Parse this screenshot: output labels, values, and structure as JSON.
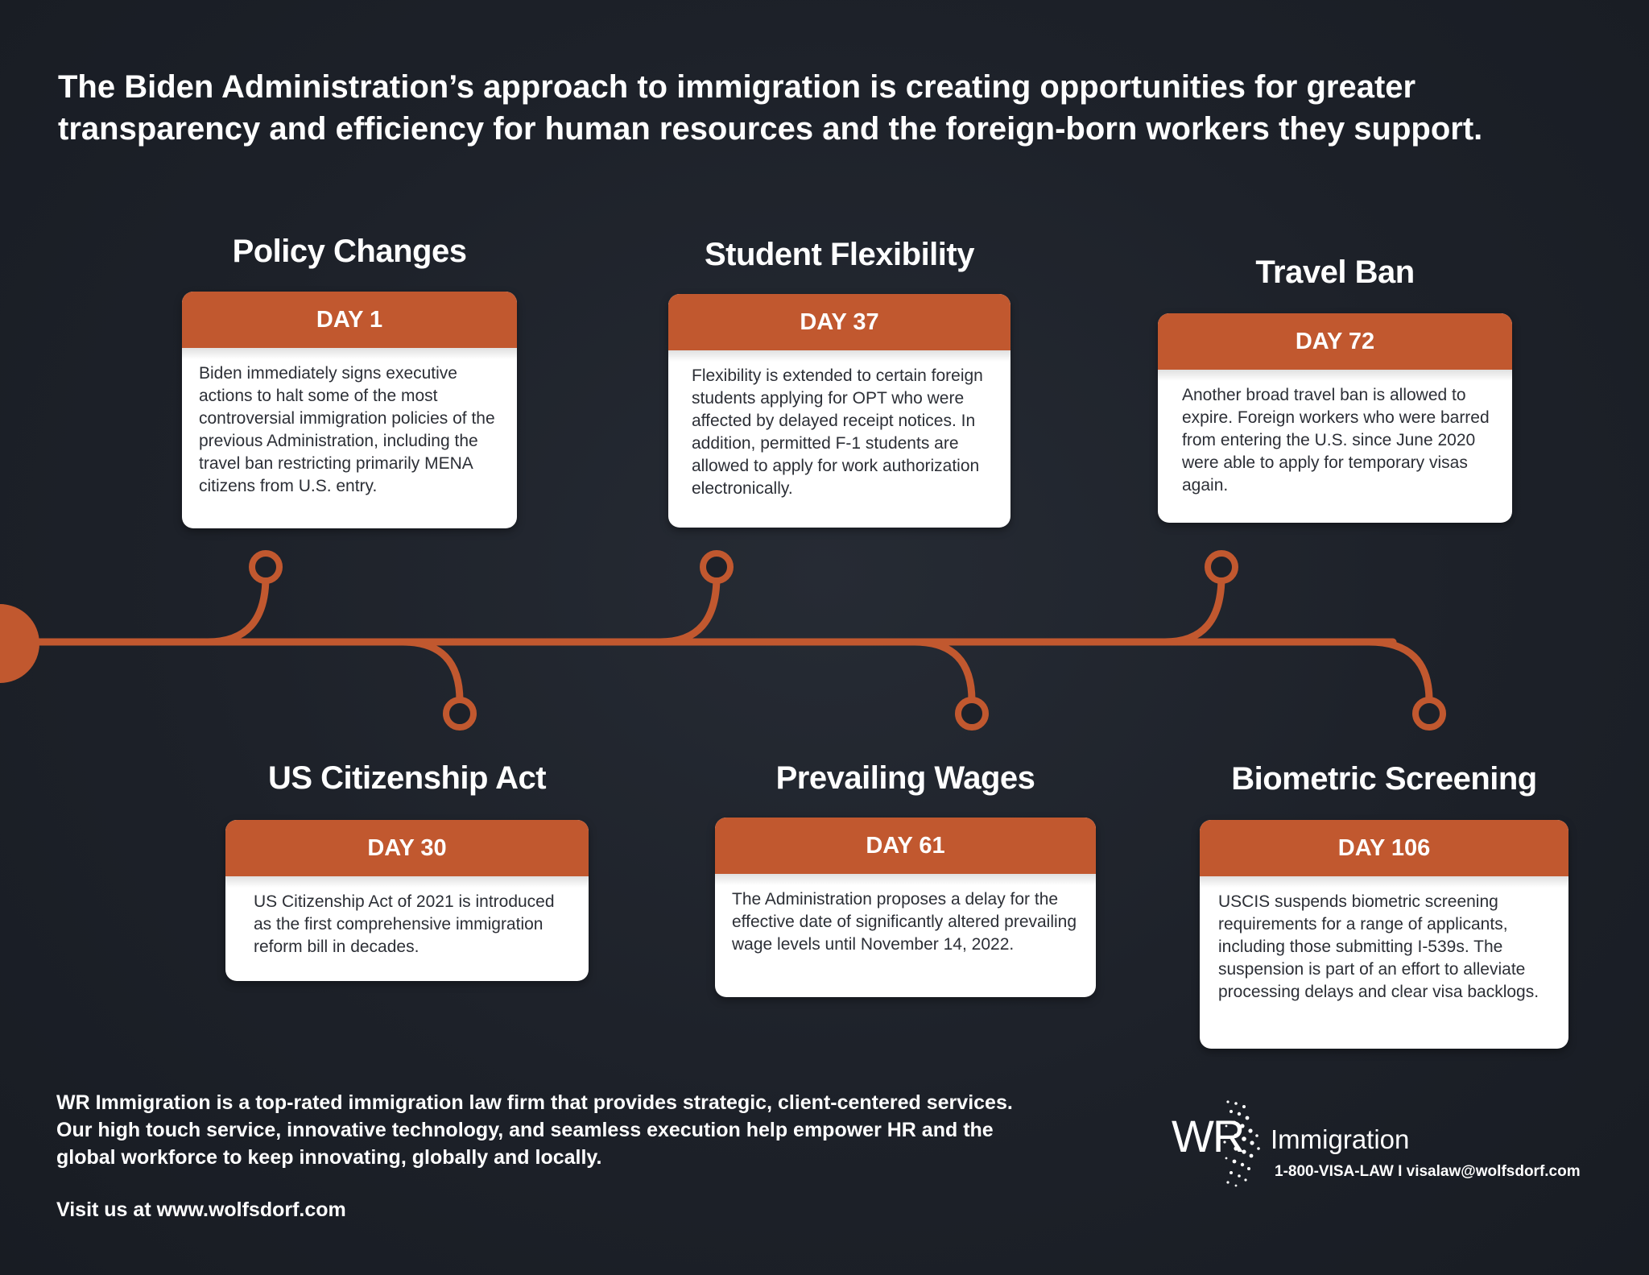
{
  "headline": "The Biden Administration’s approach to immigration is creating opportunities for greater transparency and efficiency for human resources and the foreign-born workers they support.",
  "colors": {
    "accent": "#c1582f",
    "background": "#1d2129",
    "card": "#ffffff",
    "card_text": "#2c2f36"
  },
  "events": [
    {
      "title": "Policy Changes",
      "day": "DAY 1",
      "text": "Biden immediately signs executive actions to halt some of the most controversial immigration policies of the previous Administration, including the travel ban restricting primarily MENA citizens from U.S. entry."
    },
    {
      "title": "US Citizenship Act",
      "day": "DAY 30",
      "text": "US Citizenship Act of 2021 is introduced as the first comprehensive immigration reform bill in decades."
    },
    {
      "title": "Student Flexibility",
      "day": "DAY 37",
      "text": "Flexibility is extended to certain foreign students applying for OPT who were affected by delayed receipt notices. In addition, permitted F-1 students are allowed to apply for work authorization electronically."
    },
    {
      "title": "Prevailing Wages",
      "day": "DAY 61",
      "text": "The Administration proposes a delay for the effective date of significantly altered prevailing wage levels until November 14, 2022."
    },
    {
      "title": "Travel Ban",
      "day": "DAY 72",
      "text": "Another broad travel ban is allowed to expire. Foreign workers who were barred from entering the U.S. since June 2020 were able to apply for temporary visas again."
    },
    {
      "title": "Biometric Screening",
      "day": "DAY 106",
      "text": "USCIS suspends biometric screening requirements for a range of applicants, including those submitting I-539s. The suspension is part of an effort to alleviate processing delays and clear visa backlogs."
    }
  ],
  "footer": {
    "about": "WR Immigration is a top-rated immigration law firm that provides strategic, client-centered services. Our high touch service, innovative technology, and seamless execution help empower HR and the global workforce to keep innovating, globally and locally.",
    "visit": "Visit us at www.wolfsdorf.com"
  },
  "logo": {
    "wr": "WR",
    "name": "Immigration",
    "contact": "1-800-VISA-LAW  I  visalaw@wolfsdorf.com"
  }
}
